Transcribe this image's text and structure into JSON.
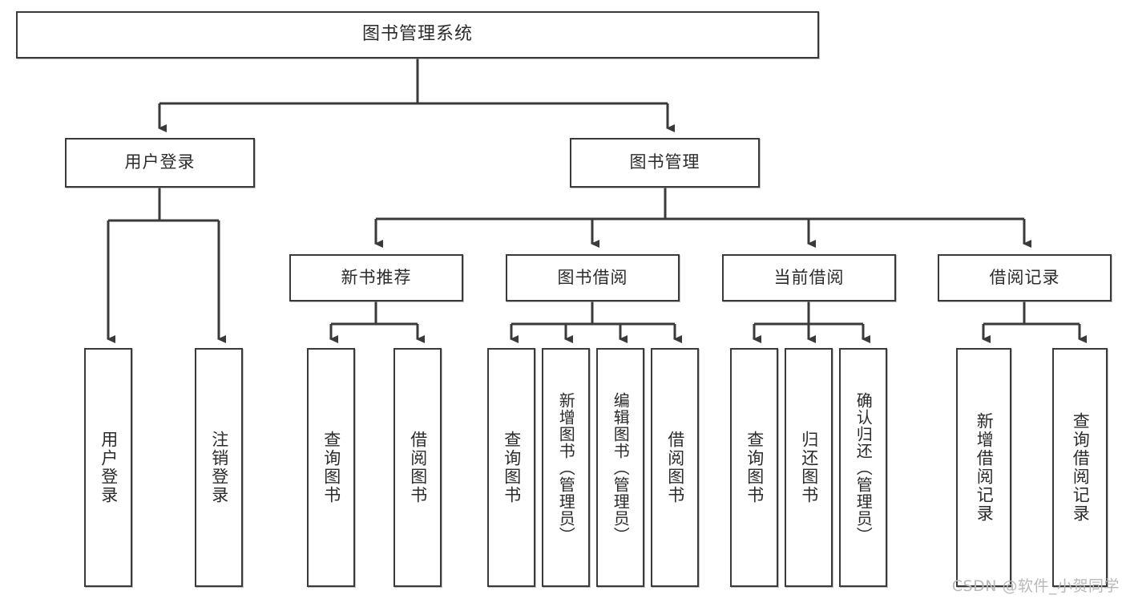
{
  "diagram": {
    "title": "图书管理系统",
    "watermark": "CSDN @软件_小贺同学",
    "line_color": "#3a3a3a",
    "box_border_color": "#3a3a3a",
    "box_fill_color": "#ffffff",
    "text_color": "#2b2b2b",
    "watermark_color": "#b9b9b9",
    "type": "tree-hierarchy",
    "levels": 4
  },
  "root": {
    "label": "图书管理系统"
  },
  "level2": [
    {
      "label": "用户登录"
    },
    {
      "label": "图书管理"
    }
  ],
  "level3": [
    {
      "label": "新书推荐"
    },
    {
      "label": "图书借阅"
    },
    {
      "label": "当前借阅"
    },
    {
      "label": "借阅记录"
    }
  ],
  "leaves": {
    "user_login": [
      {
        "label": "用户登录"
      },
      {
        "label": "注销登录"
      }
    ],
    "new_book_recommend": [
      {
        "label": "查询图书"
      },
      {
        "label": "借阅图书"
      }
    ],
    "book_borrow": [
      {
        "label": "查询图书"
      },
      {
        "label": "新增图书（管理员）"
      },
      {
        "label": "编辑图书（管理员）"
      },
      {
        "label": "借阅图书"
      }
    ],
    "current_borrow": [
      {
        "label": "查询图书"
      },
      {
        "label": "归还图书"
      },
      {
        "label": "确认归还（管理员）"
      }
    ],
    "borrow_record": [
      {
        "label": "新增借阅记录"
      },
      {
        "label": "查询借阅记录"
      }
    ]
  }
}
